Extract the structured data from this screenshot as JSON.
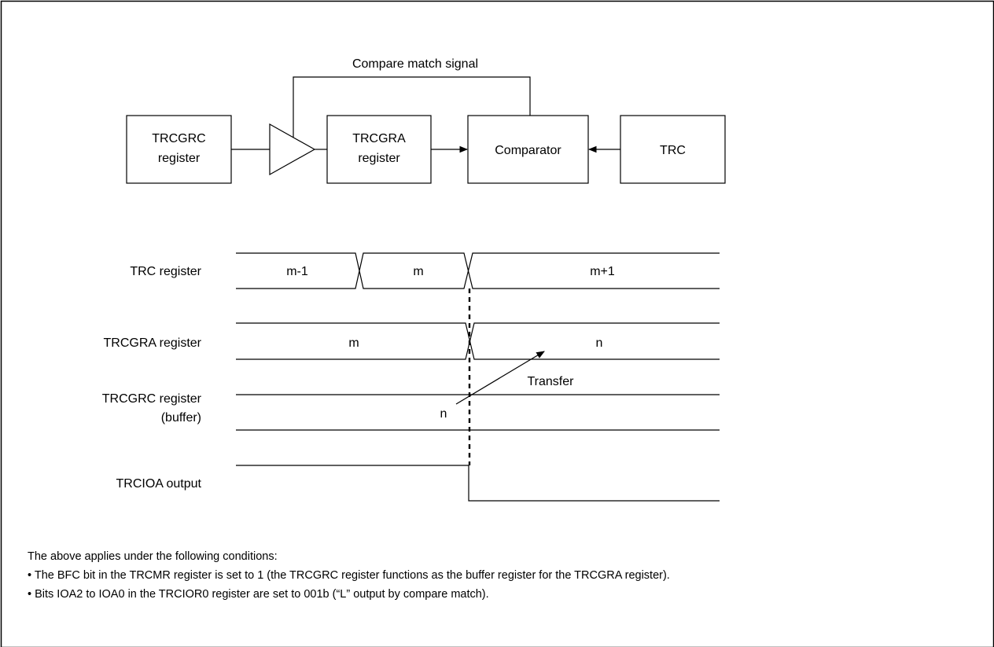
{
  "block_diagram": {
    "signal_label": "Compare match signal",
    "trcgrc_box": [
      "TRCGRC",
      "register"
    ],
    "trcgra_box": [
      "TRCGRA",
      "register"
    ],
    "comparator_box": "Comparator",
    "trc_box": "TRC"
  },
  "timing_diagram": {
    "rows": {
      "trc": {
        "label": "TRC register",
        "values": [
          "m-1",
          "m",
          "m+1"
        ]
      },
      "trcgra": {
        "label": "TRCGRA register",
        "values": [
          "m",
          "n"
        ]
      },
      "trcgrc": {
        "label_line1": "TRCGRC register",
        "label_line2": "(buffer)",
        "value": "n"
      },
      "trcioa": {
        "label": "TRCIOA output"
      }
    },
    "transfer_label": "Transfer"
  },
  "notes": {
    "intro": "The above applies under the following conditions:",
    "items": [
      "• The BFC bit in the TRCMR register is set to 1 (the TRCGRC register functions as the buffer register for the TRCGRA register).",
      "• Bits IOA2 to IOA0 in the TRCIOR0 register are set to 001b (“L” output by compare match)."
    ]
  }
}
